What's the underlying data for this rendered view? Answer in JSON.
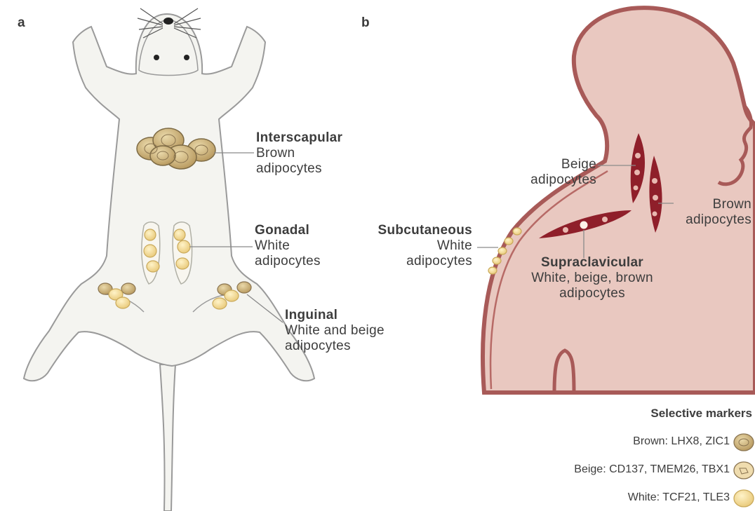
{
  "panels": {
    "a": "a",
    "b": "b"
  },
  "mouse": {
    "interscapular": {
      "title": "Interscapular",
      "line1": "Brown",
      "line2": "adipocytes"
    },
    "gonadal": {
      "title": "Gonadal",
      "line1": "White",
      "line2": "adipocytes"
    },
    "inguinal": {
      "title": "Inguinal",
      "line1": "White and beige",
      "line2": "adipocytes"
    }
  },
  "human": {
    "beige": {
      "line1": "Beige",
      "line2": "adipocytes"
    },
    "brown": {
      "line1": "Brown",
      "line2": "adipocytes"
    },
    "subcutaneous": {
      "title": "Subcutaneous",
      "line1": "White",
      "line2": "adipocytes"
    },
    "supraclavicular": {
      "title": "Supraclavicular",
      "line1": "White, beige, brown",
      "line2": "adipocytes"
    }
  },
  "legend": {
    "title": "Selective markers",
    "items": [
      {
        "label": "Brown: LHX8, ZIC1",
        "icon": "brown-adipocyte-icon"
      },
      {
        "label": "Beige: CD137, TMEM26, TBX1",
        "icon": "beige-adipocyte-icon"
      },
      {
        "label": "White: TCF21, TLE3",
        "icon": "white-adipocyte-icon"
      }
    ]
  },
  "colors": {
    "mouse_body": "#f4f4f0",
    "mouse_outline": "#9a9a9a",
    "human_fill": "#e9c8c0",
    "human_outline": "#a85a58",
    "brown_fat": "#c8ad72",
    "white_fat": "#f2d98e",
    "supraclavicular_fat": "#8f1f2a"
  }
}
